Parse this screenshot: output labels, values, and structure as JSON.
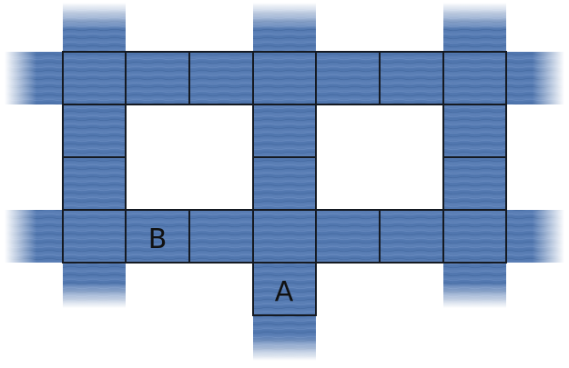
{
  "diagram": {
    "title": "",
    "colors": {
      "water": "#4f75ad",
      "water_light": "#6d8fc3",
      "water_dark": "#3e6298",
      "grid_line": "#151a22",
      "background": "#ffffff",
      "label": "#111111"
    },
    "grid": {
      "columns": 9,
      "rows": 6,
      "labeled_tiles": [
        {
          "label": "B",
          "col": 2,
          "row": 3
        },
        {
          "label": "A",
          "col": 4,
          "row": 4
        }
      ]
    },
    "labels": {
      "a": "A",
      "b": "B"
    }
  }
}
